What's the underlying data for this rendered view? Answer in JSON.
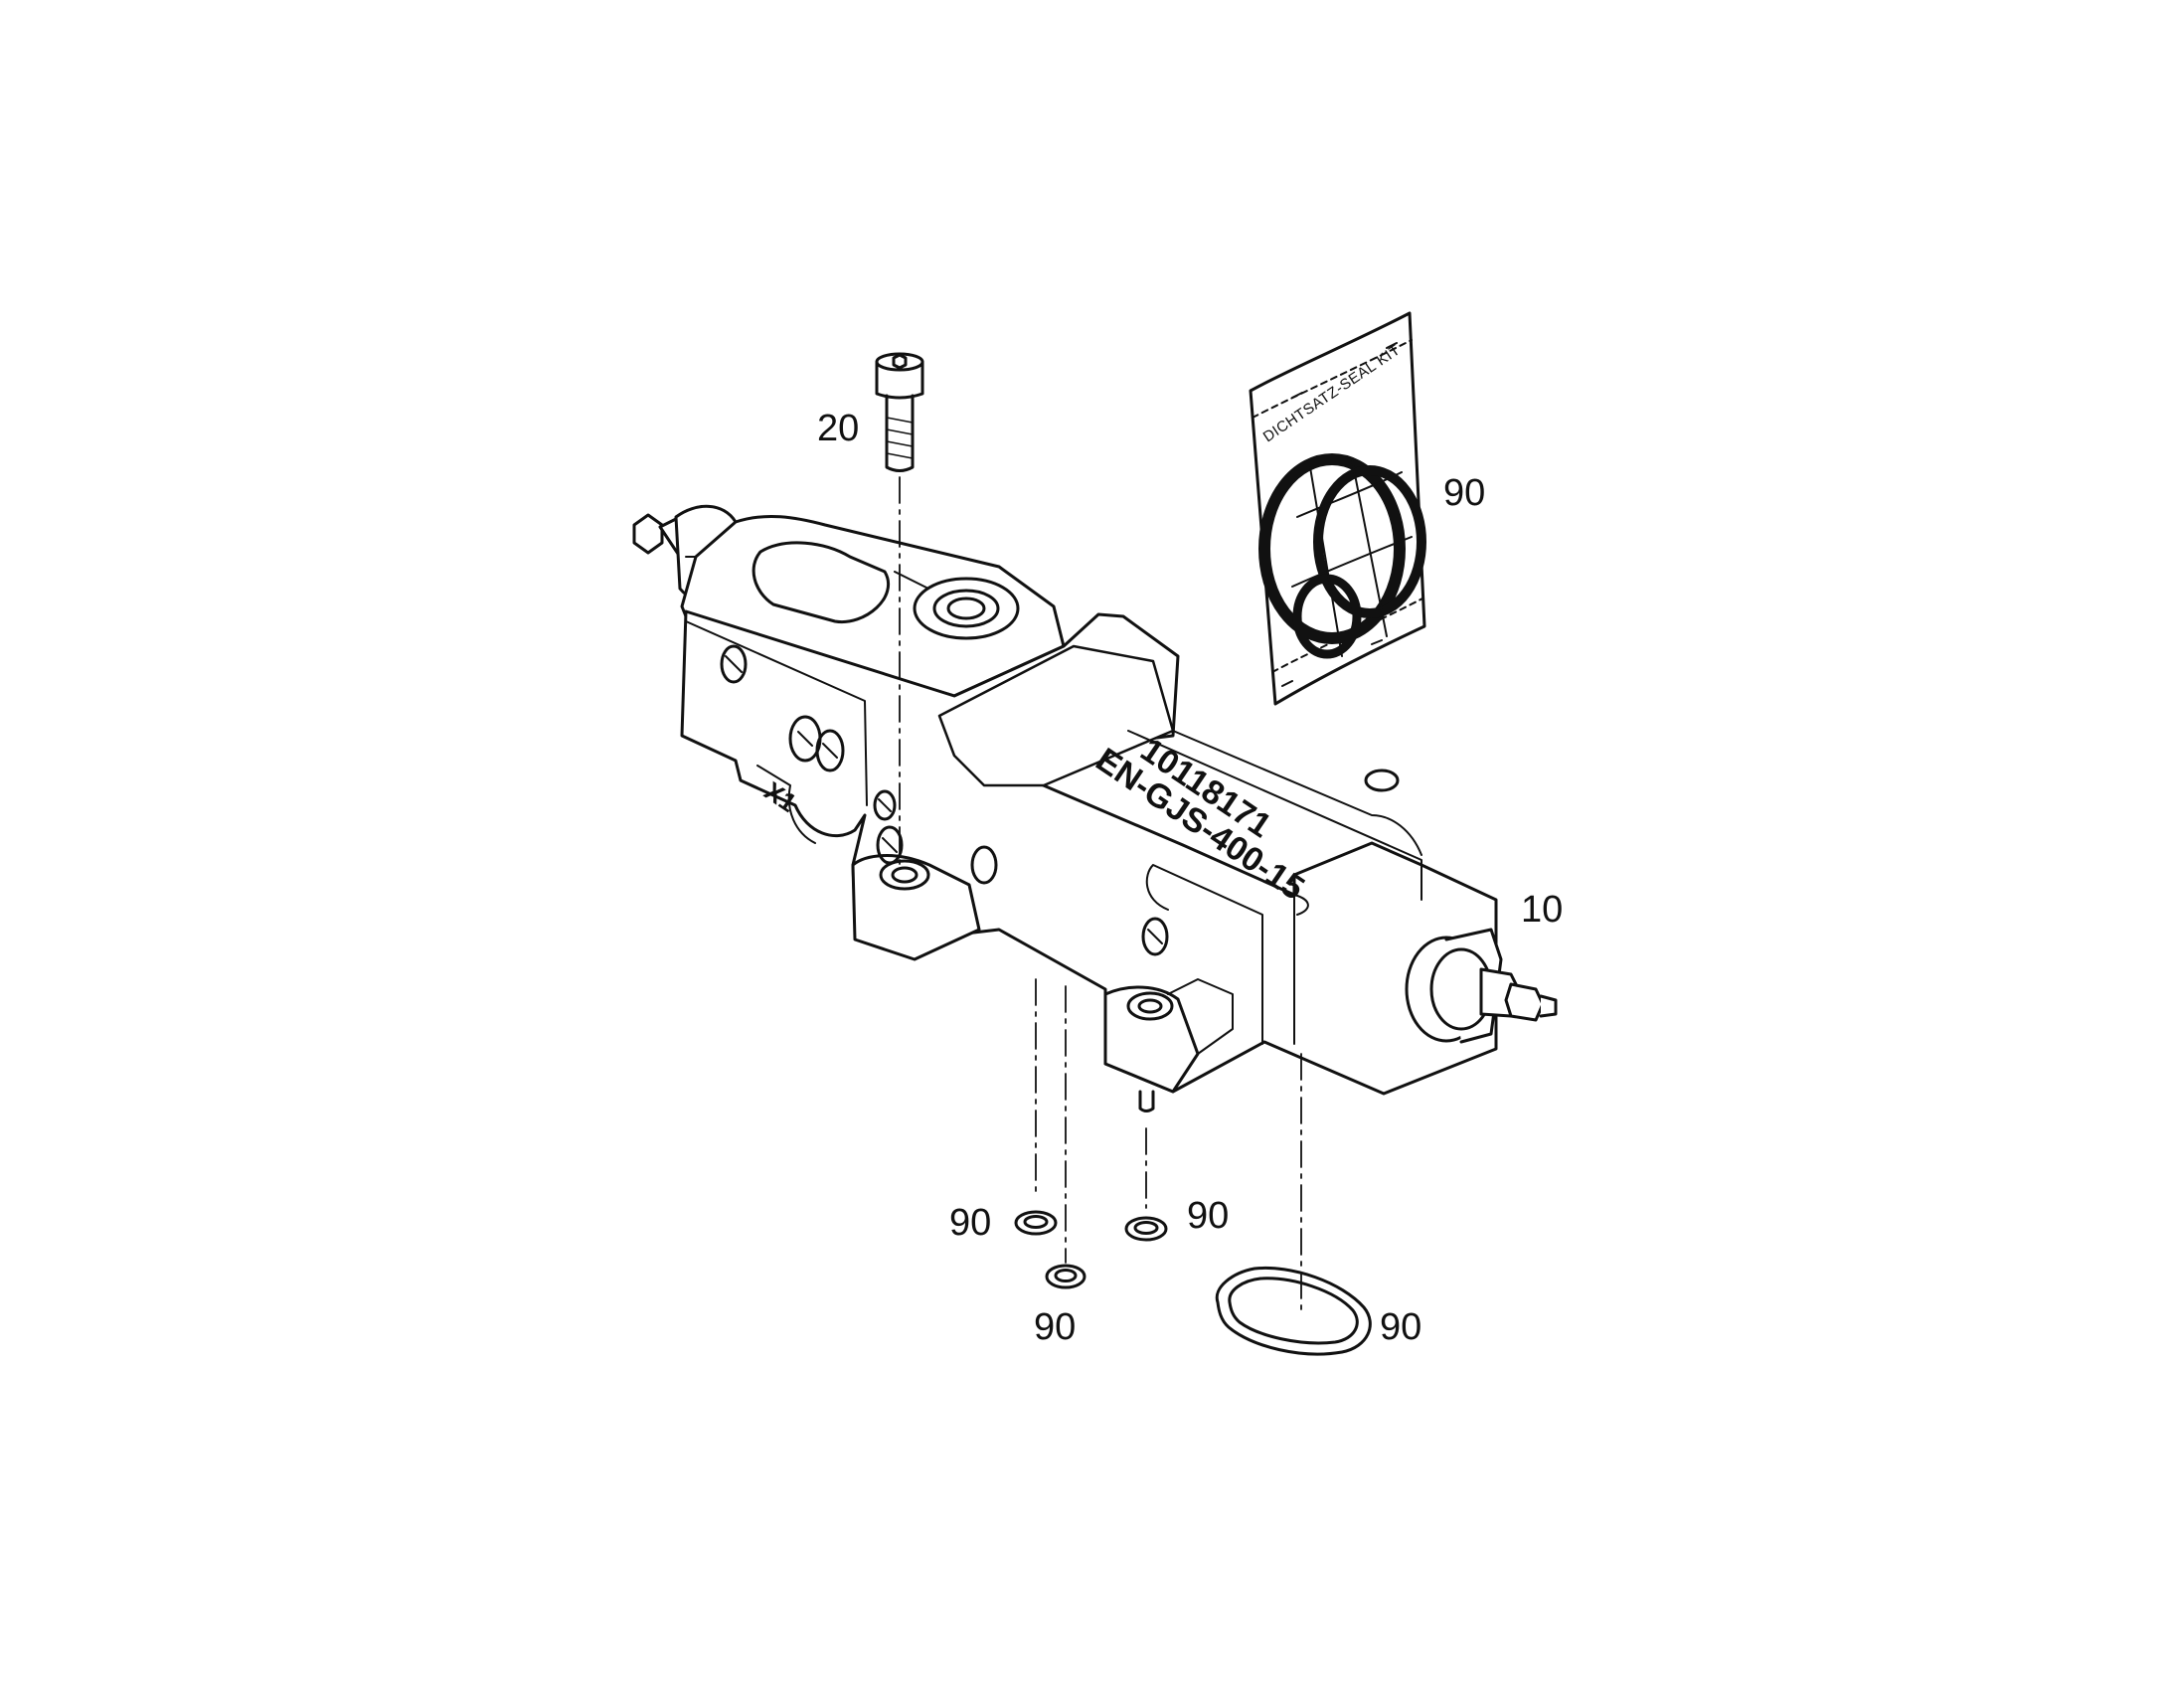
{
  "diagram": {
    "callouts": {
      "screw": "20",
      "seal_kit": "90",
      "valve_block": "10",
      "seal_left": "90",
      "seal_right": "90",
      "seal_lower": "90",
      "gasket_oval": "90"
    },
    "casting_marks": {
      "part_number": "10118171",
      "material": "EN-GJS-400-15",
      "port_label": "X1"
    },
    "bag_label": "DICHTSATZ-SEAL KIT"
  },
  "colors": {
    "line": "#111111",
    "background": "#ffffff"
  }
}
